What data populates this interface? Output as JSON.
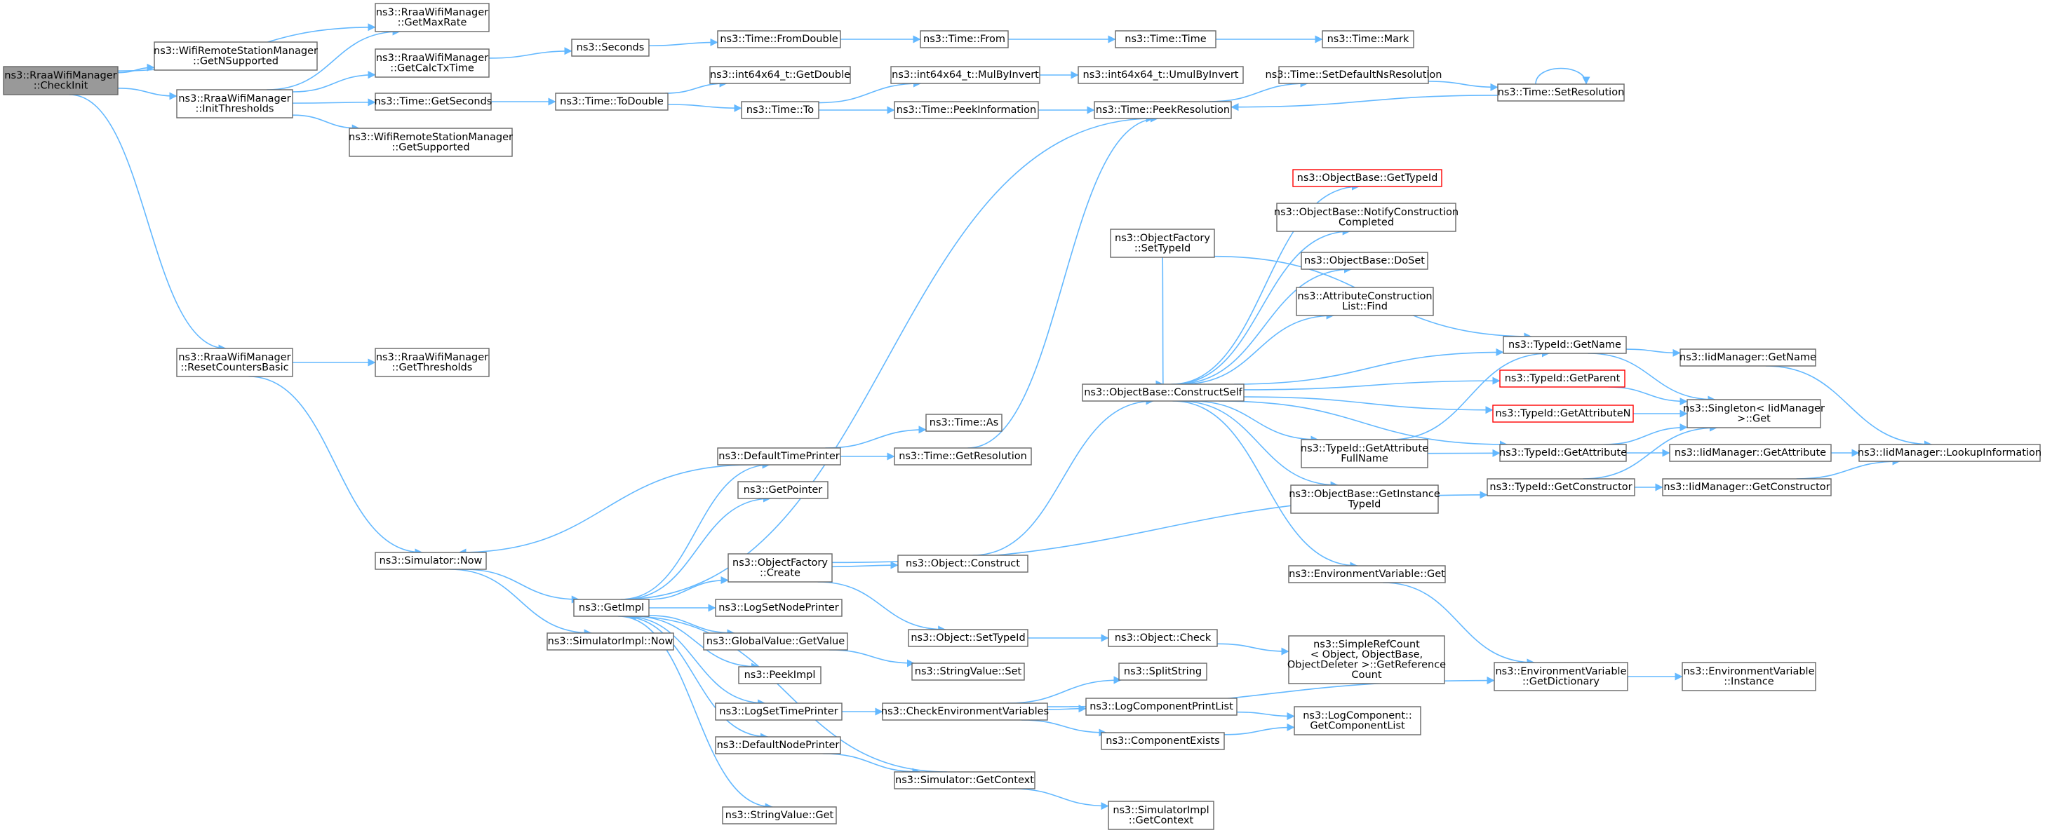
{
  "colors": {
    "edge": "#63b8ff",
    "root_fill": "#999999",
    "border": "#666666",
    "red_border": "#ff0000"
  },
  "nodes": [
    {
      "id": "root",
      "lines": [
        "ns3::RraaWifiManager",
        "::CheckInit"
      ],
      "style": "root"
    },
    {
      "id": "getMaxRate",
      "lines": [
        "ns3::RraaWifiManager",
        "::GetMaxRate"
      ]
    },
    {
      "id": "getNSupported",
      "lines": [
        "ns3::WifiRemoteStationManager",
        "::GetNSupported"
      ]
    },
    {
      "id": "initThresholds",
      "lines": [
        "ns3::RraaWifiManager",
        "::InitThresholds"
      ]
    },
    {
      "id": "getCalcTxTime",
      "lines": [
        "ns3::RraaWifiManager",
        "::GetCalcTxTime"
      ]
    },
    {
      "id": "seconds",
      "lines": [
        "ns3::Seconds"
      ]
    },
    {
      "id": "fromDouble",
      "lines": [
        "ns3::Time::FromDouble"
      ]
    },
    {
      "id": "from",
      "lines": [
        "ns3::Time::From"
      ]
    },
    {
      "id": "timeCtor",
      "lines": [
        "ns3::Time::Time"
      ]
    },
    {
      "id": "mark",
      "lines": [
        "ns3::Time::Mark"
      ]
    },
    {
      "id": "getSeconds",
      "lines": [
        "ns3::Time::GetSeconds"
      ]
    },
    {
      "id": "toDouble",
      "lines": [
        "ns3::Time::ToDouble"
      ]
    },
    {
      "id": "int64GetDouble",
      "lines": [
        "ns3::int64x64_t::GetDouble"
      ]
    },
    {
      "id": "timeTo",
      "lines": [
        "ns3::Time::To"
      ]
    },
    {
      "id": "mulByInvert",
      "lines": [
        "ns3::int64x64_t::MulByInvert"
      ]
    },
    {
      "id": "umulByInvert",
      "lines": [
        "ns3::int64x64_t::UmulByInvert"
      ]
    },
    {
      "id": "peekInformation",
      "lines": [
        "ns3::Time::PeekInformation"
      ]
    },
    {
      "id": "peekResolution",
      "lines": [
        "ns3::Time::PeekResolution"
      ]
    },
    {
      "id": "setDefaultNs",
      "lines": [
        "ns3::Time::SetDefaultNsResolution"
      ]
    },
    {
      "id": "setResolution",
      "lines": [
        "ns3::Time::SetResolution"
      ]
    },
    {
      "id": "getSupported",
      "lines": [
        "ns3::WifiRemoteStationManager",
        "::GetSupported"
      ]
    },
    {
      "id": "resetCounters",
      "lines": [
        "ns3::RraaWifiManager",
        "::ResetCountersBasic"
      ]
    },
    {
      "id": "getThresholds",
      "lines": [
        "ns3::RraaWifiManager",
        "::GetThresholds"
      ]
    },
    {
      "id": "simNow",
      "lines": [
        "ns3::Simulator::Now"
      ]
    },
    {
      "id": "getImpl",
      "lines": [
        "ns3::GetImpl"
      ]
    },
    {
      "id": "simImplNow",
      "lines": [
        "ns3::SimulatorImpl::Now"
      ]
    },
    {
      "id": "defaultTimePrinter",
      "lines": [
        "ns3::DefaultTimePrinter"
      ]
    },
    {
      "id": "timeAs",
      "lines": [
        "ns3::Time::As"
      ]
    },
    {
      "id": "getResolution",
      "lines": [
        "ns3::Time::GetResolution"
      ]
    },
    {
      "id": "getPointer",
      "lines": [
        "ns3::GetPointer"
      ]
    },
    {
      "id": "ofCreate",
      "lines": [
        "ns3::ObjectFactory",
        "::Create"
      ]
    },
    {
      "id": "objConstruct",
      "lines": [
        "ns3::Object::Construct"
      ]
    },
    {
      "id": "logSetNodePrinter",
      "lines": [
        "ns3::LogSetNodePrinter"
      ]
    },
    {
      "id": "gvGetValue",
      "lines": [
        "ns3::GlobalValue::GetValue"
      ]
    },
    {
      "id": "objSetTypeId",
      "lines": [
        "ns3::Object::SetTypeId"
      ]
    },
    {
      "id": "objCheck",
      "lines": [
        "ns3::Object::Check"
      ]
    },
    {
      "id": "stringValueSet",
      "lines": [
        "ns3::StringValue::Set"
      ]
    },
    {
      "id": "peekImpl",
      "lines": [
        "ns3::PeekImpl"
      ]
    },
    {
      "id": "logSetTimePrinter",
      "lines": [
        "ns3::LogSetTimePrinter"
      ]
    },
    {
      "id": "checkEnvVars",
      "lines": [
        "ns3::CheckEnvironmentVariables"
      ]
    },
    {
      "id": "splitString",
      "lines": [
        "ns3::SplitString"
      ]
    },
    {
      "id": "logCompPrintList",
      "lines": [
        "ns3::LogComponentPrintList"
      ]
    },
    {
      "id": "componentExists",
      "lines": [
        "ns3::ComponentExists"
      ]
    },
    {
      "id": "getComponentList",
      "lines": [
        "ns3::LogComponent::",
        "GetComponentList"
      ]
    },
    {
      "id": "defaultNodePrinter",
      "lines": [
        "ns3::DefaultNodePrinter"
      ]
    },
    {
      "id": "simGetContext",
      "lines": [
        "ns3::Simulator::GetContext"
      ]
    },
    {
      "id": "simImplGetContext",
      "lines": [
        "ns3::SimulatorImpl",
        "::GetContext"
      ]
    },
    {
      "id": "stringValueGet",
      "lines": [
        "ns3::StringValue::Get"
      ]
    },
    {
      "id": "ofSetTypeId",
      "lines": [
        "ns3::ObjectFactory",
        "::SetTypeId"
      ]
    },
    {
      "id": "constructSelf",
      "lines": [
        "ns3::ObjectBase::ConstructSelf"
      ]
    },
    {
      "id": "obGetTypeId",
      "lines": [
        "ns3::ObjectBase::GetTypeId"
      ],
      "style": "red"
    },
    {
      "id": "notifyConstruction",
      "lines": [
        "ns3::ObjectBase::NotifyConstruction",
        "Completed"
      ]
    },
    {
      "id": "doSet",
      "lines": [
        "ns3::ObjectBase::DoSet"
      ]
    },
    {
      "id": "acFind",
      "lines": [
        "ns3::AttributeConstruction",
        "List::Find"
      ]
    },
    {
      "id": "getAttrFullName",
      "lines": [
        "ns3::TypeId::GetAttribute",
        "FullName"
      ]
    },
    {
      "id": "getInstanceTypeId",
      "lines": [
        "ns3::ObjectBase::GetInstance",
        "TypeId"
      ]
    },
    {
      "id": "envGet",
      "lines": [
        "ns3::EnvironmentVariable::Get"
      ]
    },
    {
      "id": "simpleRefCount",
      "lines": [
        "ns3::SimpleRefCount",
        "< Object, ObjectBase,",
        "ObjectDeleter >::GetReference",
        "Count"
      ]
    },
    {
      "id": "tidGetName",
      "lines": [
        "ns3::TypeId::GetName"
      ]
    },
    {
      "id": "tidGetParent",
      "lines": [
        "ns3::TypeId::GetParent"
      ],
      "style": "red"
    },
    {
      "id": "tidGetAttributeN",
      "lines": [
        "ns3::TypeId::GetAttributeN"
      ],
      "style": "red"
    },
    {
      "id": "tidGetAttribute",
      "lines": [
        "ns3::TypeId::GetAttribute"
      ]
    },
    {
      "id": "tidGetConstructor",
      "lines": [
        "ns3::TypeId::GetConstructor"
      ]
    },
    {
      "id": "envGetDictionary",
      "lines": [
        "ns3::EnvironmentVariable",
        "::GetDictionary"
      ]
    },
    {
      "id": "envInstance",
      "lines": [
        "ns3::EnvironmentVariable",
        "::Instance"
      ]
    },
    {
      "id": "iidGetName",
      "lines": [
        "ns3::IidManager::GetName"
      ]
    },
    {
      "id": "singletonGet",
      "lines": [
        "ns3::Singleton< IidManager",
        ">::Get"
      ]
    },
    {
      "id": "iidGetAttribute",
      "lines": [
        "ns3::IidManager::GetAttribute"
      ]
    },
    {
      "id": "iidGetConstructor",
      "lines": [
        "ns3::IidManager::GetConstructor"
      ]
    },
    {
      "id": "iidLookup",
      "lines": [
        "ns3::IidManager::LookupInformation"
      ]
    }
  ],
  "edges": [
    [
      "root",
      "getMaxRate"
    ],
    [
      "root",
      "getNSupported"
    ],
    [
      "root",
      "initThresholds"
    ],
    [
      "root",
      "resetCounters"
    ],
    [
      "initThresholds",
      "getMaxRate"
    ],
    [
      "initThresholds",
      "getCalcTxTime"
    ],
    [
      "initThresholds",
      "getSeconds"
    ],
    [
      "initThresholds",
      "getSupported"
    ],
    [
      "getCalcTxTime",
      "seconds"
    ],
    [
      "seconds",
      "fromDouble"
    ],
    [
      "fromDouble",
      "from"
    ],
    [
      "from",
      "timeCtor"
    ],
    [
      "timeCtor",
      "mark"
    ],
    [
      "getSeconds",
      "toDouble"
    ],
    [
      "toDouble",
      "int64GetDouble"
    ],
    [
      "toDouble",
      "timeTo"
    ],
    [
      "timeTo",
      "mulByInvert"
    ],
    [
      "timeTo",
      "peekInformation"
    ],
    [
      "mulByInvert",
      "umulByInvert"
    ],
    [
      "peekInformation",
      "peekResolution"
    ],
    [
      "peekResolution",
      "setDefaultNs"
    ],
    [
      "setDefaultNs",
      "setResolution"
    ],
    [
      "setResolution",
      "peekResolution"
    ],
    [
      "setResolution",
      "setResolution"
    ],
    [
      "resetCounters",
      "getThresholds"
    ],
    [
      "resetCounters",
      "simNow"
    ],
    [
      "simNow",
      "getImpl"
    ],
    [
      "simNow",
      "simImplNow"
    ],
    [
      "getImpl",
      "defaultTimePrinter"
    ],
    [
      "getImpl",
      "getPointer"
    ],
    [
      "getImpl",
      "ofCreate"
    ],
    [
      "getImpl",
      "logSetNodePrinter"
    ],
    [
      "getImpl",
      "gvGetValue"
    ],
    [
      "getImpl",
      "peekImpl"
    ],
    [
      "getImpl",
      "logSetTimePrinter"
    ],
    [
      "getImpl",
      "defaultNodePrinter"
    ],
    [
      "getImpl",
      "stringValueGet"
    ],
    [
      "getImpl",
      "peekResolution"
    ],
    [
      "defaultTimePrinter",
      "timeAs"
    ],
    [
      "defaultTimePrinter",
      "getResolution"
    ],
    [
      "defaultTimePrinter",
      "simNow"
    ],
    [
      "getResolution",
      "peekResolution"
    ],
    [
      "ofCreate",
      "objConstruct"
    ],
    [
      "ofCreate",
      "objSetTypeId"
    ],
    [
      "ofCreate",
      "tidGetConstructor"
    ],
    [
      "objConstruct",
      "constructSelf"
    ],
    [
      "objSetTypeId",
      "objCheck"
    ],
    [
      "objCheck",
      "simpleRefCount"
    ],
    [
      "gvGetValue",
      "stringValueSet"
    ],
    [
      "logSetTimePrinter",
      "checkEnvVars"
    ],
    [
      "checkEnvVars",
      "splitString"
    ],
    [
      "checkEnvVars",
      "logCompPrintList"
    ],
    [
      "checkEnvVars",
      "componentExists"
    ],
    [
      "checkEnvVars",
      "envGetDictionary"
    ],
    [
      "logCompPrintList",
      "getComponentList"
    ],
    [
      "componentExists",
      "getComponentList"
    ],
    [
      "defaultNodePrinter",
      "simGetContext"
    ],
    [
      "simGetContext",
      "getImpl"
    ],
    [
      "simGetContext",
      "simImplGetContext"
    ],
    [
      "ofSetTypeId",
      "constructSelf"
    ],
    [
      "constructSelf",
      "obGetTypeId"
    ],
    [
      "constructSelf",
      "notifyConstruction"
    ],
    [
      "constructSelf",
      "doSet"
    ],
    [
      "constructSelf",
      "acFind"
    ],
    [
      "constructSelf",
      "tidGetName"
    ],
    [
      "constructSelf",
      "tidGetParent"
    ],
    [
      "constructSelf",
      "tidGetAttributeN"
    ],
    [
      "constructSelf",
      "getAttrFullName"
    ],
    [
      "constructSelf",
      "tidGetAttribute"
    ],
    [
      "constructSelf",
      "getInstanceTypeId"
    ],
    [
      "constructSelf",
      "envGet"
    ],
    [
      "ofSetTypeId",
      "tidGetName"
    ],
    [
      "getAttrFullName",
      "tidGetName"
    ],
    [
      "getAttrFullName",
      "tidGetAttribute"
    ],
    [
      "envGet",
      "envGetDictionary"
    ],
    [
      "envGetDictionary",
      "envInstance"
    ],
    [
      "tidGetName",
      "iidGetName"
    ],
    [
      "tidGetName",
      "singletonGet"
    ],
    [
      "tidGetParent",
      "singletonGet"
    ],
    [
      "tidGetAttributeN",
      "singletonGet"
    ],
    [
      "tidGetAttribute",
      "iidGetAttribute"
    ],
    [
      "tidGetAttribute",
      "singletonGet"
    ],
    [
      "tidGetConstructor",
      "iidGetConstructor"
    ],
    [
      "tidGetConstructor",
      "singletonGet"
    ],
    [
      "iidGetName",
      "iidLookup"
    ],
    [
      "iidGetAttribute",
      "iidLookup"
    ],
    [
      "iidGetConstructor",
      "iidLookup"
    ]
  ]
}
